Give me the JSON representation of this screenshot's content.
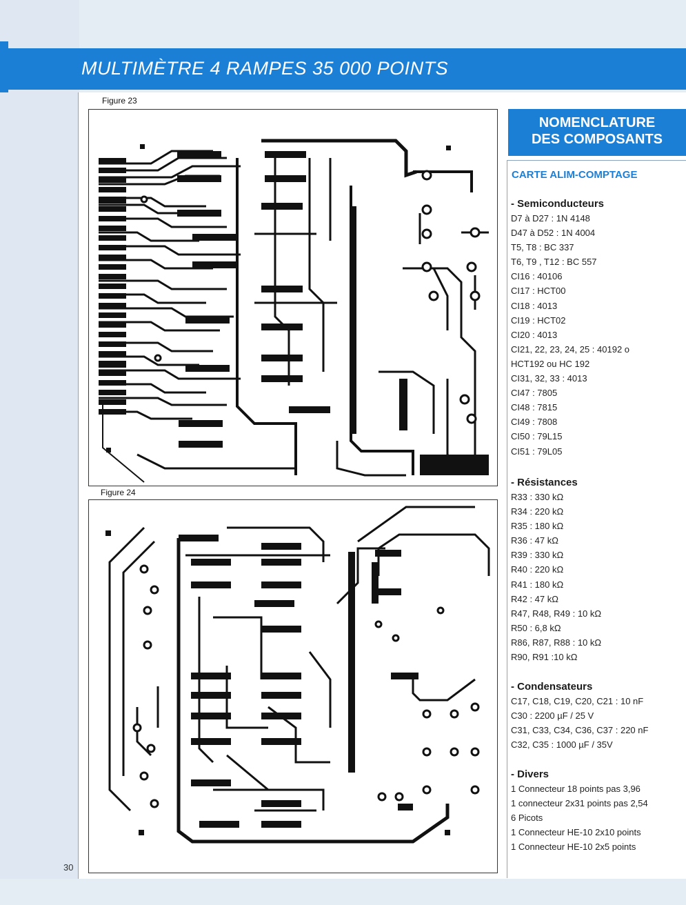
{
  "header": {
    "title": "MULTIMÈTRE 4 RAMPES 35 000 POINTS"
  },
  "figures": {
    "fig23_label": "Figure 23",
    "fig24_label": "Figure 24"
  },
  "nomenclature": {
    "title_line1": "NOMENCLATURE",
    "title_line2": "DES COMPOSANTS",
    "board": "CARTE ALIM-COMPTAGE",
    "sections": [
      {
        "heading": "- Semiconducteurs",
        "items": [
          "D7 à D27 : 1N 4148",
          "D47 à D52 : 1N 4004",
          "T5, T8 : BC 337",
          "T6, T9 , T12 : BC 557",
          "CI16 : 40106",
          "CI17 : HCT00",
          "CI18 : 4013",
          "CI19 : HCT02",
          "CI20 : 4013",
          "CI21, 22, 23, 24, 25 : 40192 o",
          "HCT192 ou HC 192",
          "CI31, 32, 33 : 4013",
          "CI47 : 7805",
          "CI48 : 7815",
          "CI49 : 7808",
          "CI50 : 79L15",
          "CI51 : 79L05"
        ]
      },
      {
        "heading": "- Résistances",
        "items": [
          "R33 : 330 kΩ",
          "R34 : 220 kΩ",
          "R35 : 180 kΩ",
          "R36 : 47 kΩ",
          "R39 : 330 kΩ",
          "R40 : 220 kΩ",
          "R41 : 180 kΩ",
          "R42 : 47 kΩ",
          "R47, R48, R49 : 10 kΩ",
          "R50 : 6,8 kΩ",
          "R86, R87, R88 : 10 kΩ",
          "R90, R91 :10 kΩ"
        ]
      },
      {
        "heading": "- Condensateurs",
        "items": [
          "C17, C18, C19, C20, C21 : 10 nF",
          "C30 : 2200 µF / 25 V",
          "C31, C33, C34, C36, C37 : 220 nF",
          "C32, C35 : 1000 µF / 35V"
        ]
      },
      {
        "heading": "- Divers",
        "items": [
          "1 Connecteur 18 points pas 3,96",
          "1 connecteur 2x31 points pas 2,54",
          "6 Picots",
          "1 Connecteur HE-10 2x10 points",
          "1 Connecteur HE-10 2x5 points"
        ]
      }
    ]
  },
  "footer": {
    "page_number": "30"
  },
  "colors": {
    "accent": "#1c7fd6",
    "page_bg": "#e4ecf4"
  }
}
